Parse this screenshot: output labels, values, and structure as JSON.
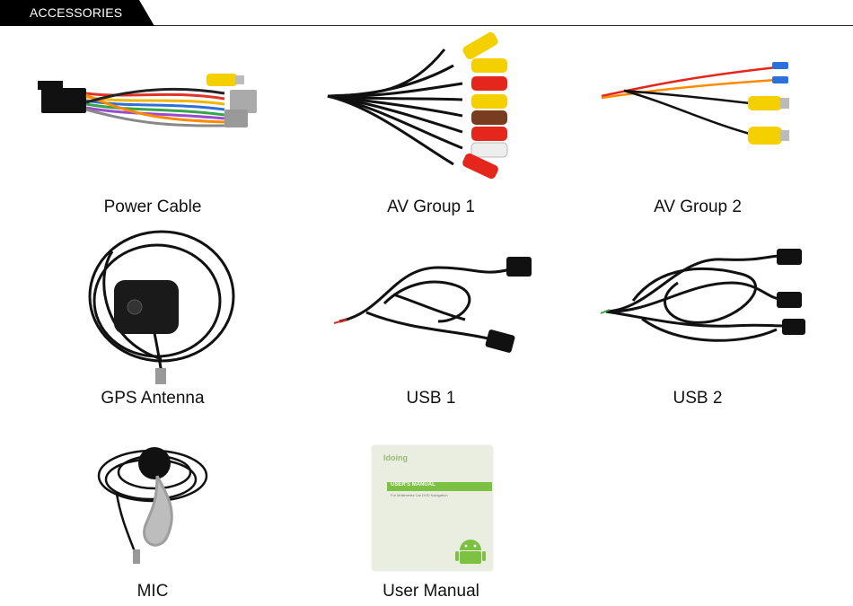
{
  "header": {
    "section_title": "ACCESSORIES"
  },
  "items": [
    {
      "label": "Power Cable",
      "icon": "power-cable-harness"
    },
    {
      "label": "AV Group 1",
      "icon": "rca-cable-bundle"
    },
    {
      "label": "AV Group 2",
      "icon": "rca-cable-pair"
    },
    {
      "label": "GPS Antenna",
      "icon": "gps-antenna"
    },
    {
      "label": "USB 1",
      "icon": "usb-cable-single"
    },
    {
      "label": "USB 2",
      "icon": "usb-cable-double"
    },
    {
      "label": "MIC",
      "icon": "microphone"
    },
    {
      "label": "User Manual",
      "icon": "user-manual-booklet"
    }
  ],
  "manual": {
    "brand_text": "Idoing",
    "banner_text": "USER'S MANUAL",
    "sub_text": "For Multimedia Car DVD Navigation"
  },
  "colors": {
    "header_bg": "#000000",
    "header_text": "#ffffff",
    "rca_yellow": "#f4d000",
    "rca_red": "#e5261d",
    "rca_white": "#f2f2f2",
    "rca_brown": "#7a3c1e",
    "cable_black": "#111111",
    "manual_green": "#7cc142"
  }
}
